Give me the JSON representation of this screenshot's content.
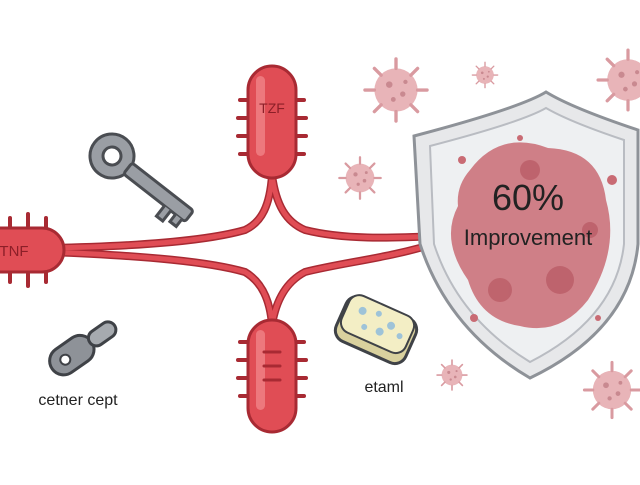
{
  "labels": {
    "left_molecule": "TNF",
    "top_molecule": "TZF",
    "shield_percent": "60%",
    "shield_caption": "Improvement",
    "bottom_left_caption": "cetner cept",
    "sponge_caption": "etaml"
  },
  "icons": {
    "key": "key-icon",
    "tool": "dropper-icon",
    "sponge": "sponge-icon",
    "shield": "shield-icon",
    "virus": "virus-icon"
  },
  "colors": {
    "molecule_fill": "#e04d55",
    "molecule_stroke": "#a82a33",
    "molecule_highlight": "#f28a8e",
    "virus_fill": "#e8b4b8",
    "virus_dot": "#c98990",
    "shield_rim": "#b9bcc2",
    "shield_inner": "#e7e8ea",
    "cell_fill": "#c96b74",
    "key_fill": "#9a9ea4",
    "sponge_fill": "#f3eec5",
    "text_dark": "#222222"
  }
}
